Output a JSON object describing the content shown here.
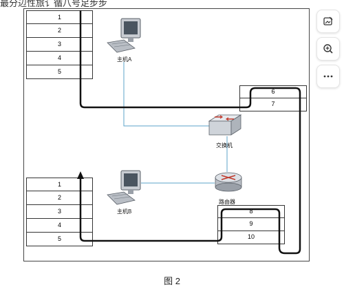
{
  "header": {
    "top_text": "最分辺性旅讠循八号足步步"
  },
  "diagram": {
    "table_a": [
      "1",
      "2",
      "3",
      "4",
      "5"
    ],
    "table_b": [
      "1",
      "2",
      "3",
      "4",
      "5"
    ],
    "table_right_top": [
      "6",
      "7"
    ],
    "table_right_bottom": [
      "8",
      "9",
      "10"
    ],
    "host_a": "主机A",
    "host_b": "主机B",
    "switch": "交换机",
    "router": "路由器"
  },
  "caption": "图 2",
  "toolbar": {
    "items": [
      {
        "icon": "edit-image-icon"
      },
      {
        "icon": "zoom-in-icon"
      },
      {
        "icon": "more-icon"
      }
    ]
  },
  "colors": {
    "link_line": "#5ba3c9",
    "path_line": "#111111"
  }
}
